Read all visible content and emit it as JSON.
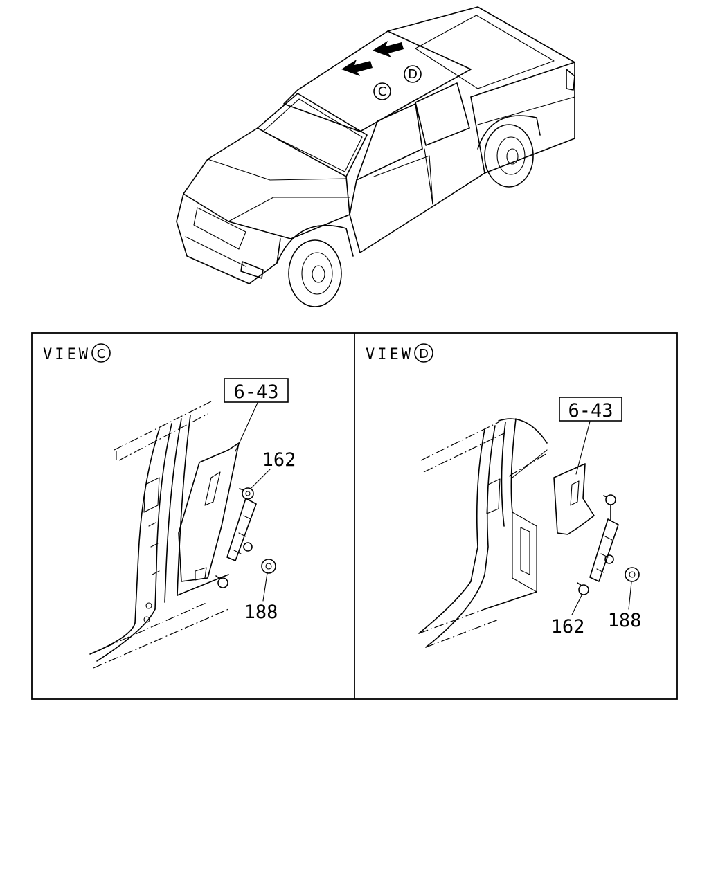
{
  "vehicle": {
    "callout_c": "C",
    "callout_d": "D"
  },
  "panels": [
    {
      "view_label": "VIEW",
      "view_letter": "C",
      "ref_box": "6-43",
      "parts": [
        "162",
        "188"
      ]
    },
    {
      "view_label": "VIEW",
      "view_letter": "D",
      "ref_box": "6-43",
      "parts": [
        "162",
        "188"
      ]
    }
  ]
}
